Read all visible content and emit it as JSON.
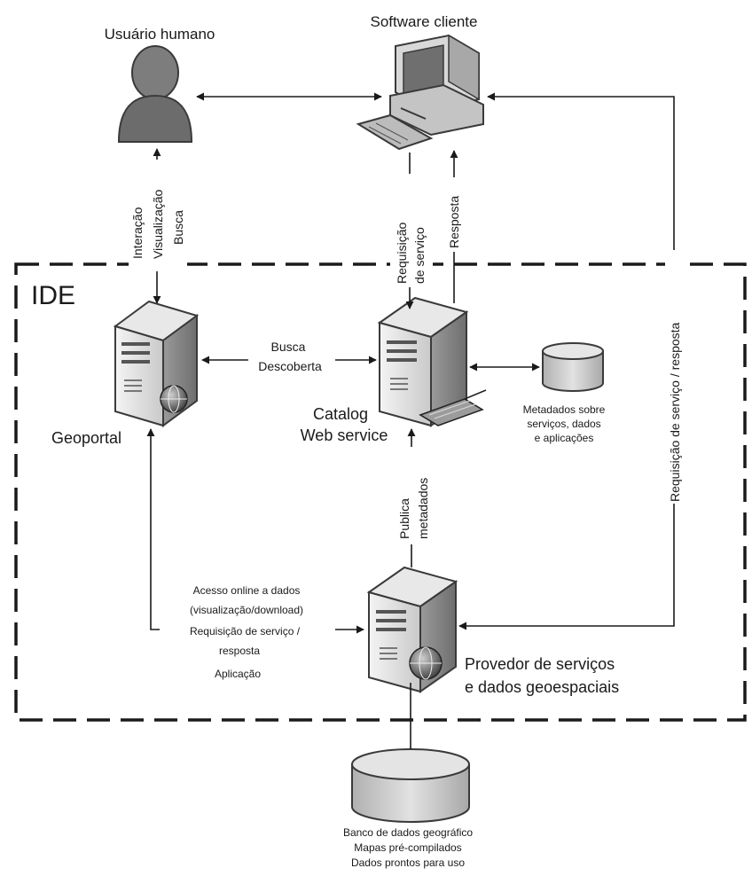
{
  "labels": {
    "human_user": "Usuário humano",
    "client_software": "Software cliente",
    "ide": "IDE",
    "geoportal": "Geoportal",
    "catalog_line1": "Catalog",
    "catalog_line2": "Web service",
    "provider_line1": "Provedor de serviços",
    "provider_line2": "e dados geoespaciais",
    "interaction_line1": "Interação",
    "interaction_line2": "Visualização",
    "interaction_line3": "Busca",
    "request_line1": "Requisição",
    "request_line2": "de serviço",
    "response": "Resposta",
    "request_response_vertical": "Requisição de serviço / resposta",
    "search_line1": "Busca",
    "search_line2": "Descoberta",
    "metadata_line1": "Metadados sobre",
    "metadata_line2": "serviços, dados",
    "metadata_line3": "e aplicações",
    "publish_line1": "Publica",
    "publish_line2": "metadados",
    "access_line1": "Acesso online a dados",
    "access_line2": "(visualização/download)",
    "access_line3": "Requisição de serviço /",
    "access_line4": "resposta",
    "access_line5": "Aplicação",
    "db_line1": "Banco de dados geográfico",
    "db_line2": "Mapas pré-compilados",
    "db_line3": "Dados prontos para uso"
  }
}
